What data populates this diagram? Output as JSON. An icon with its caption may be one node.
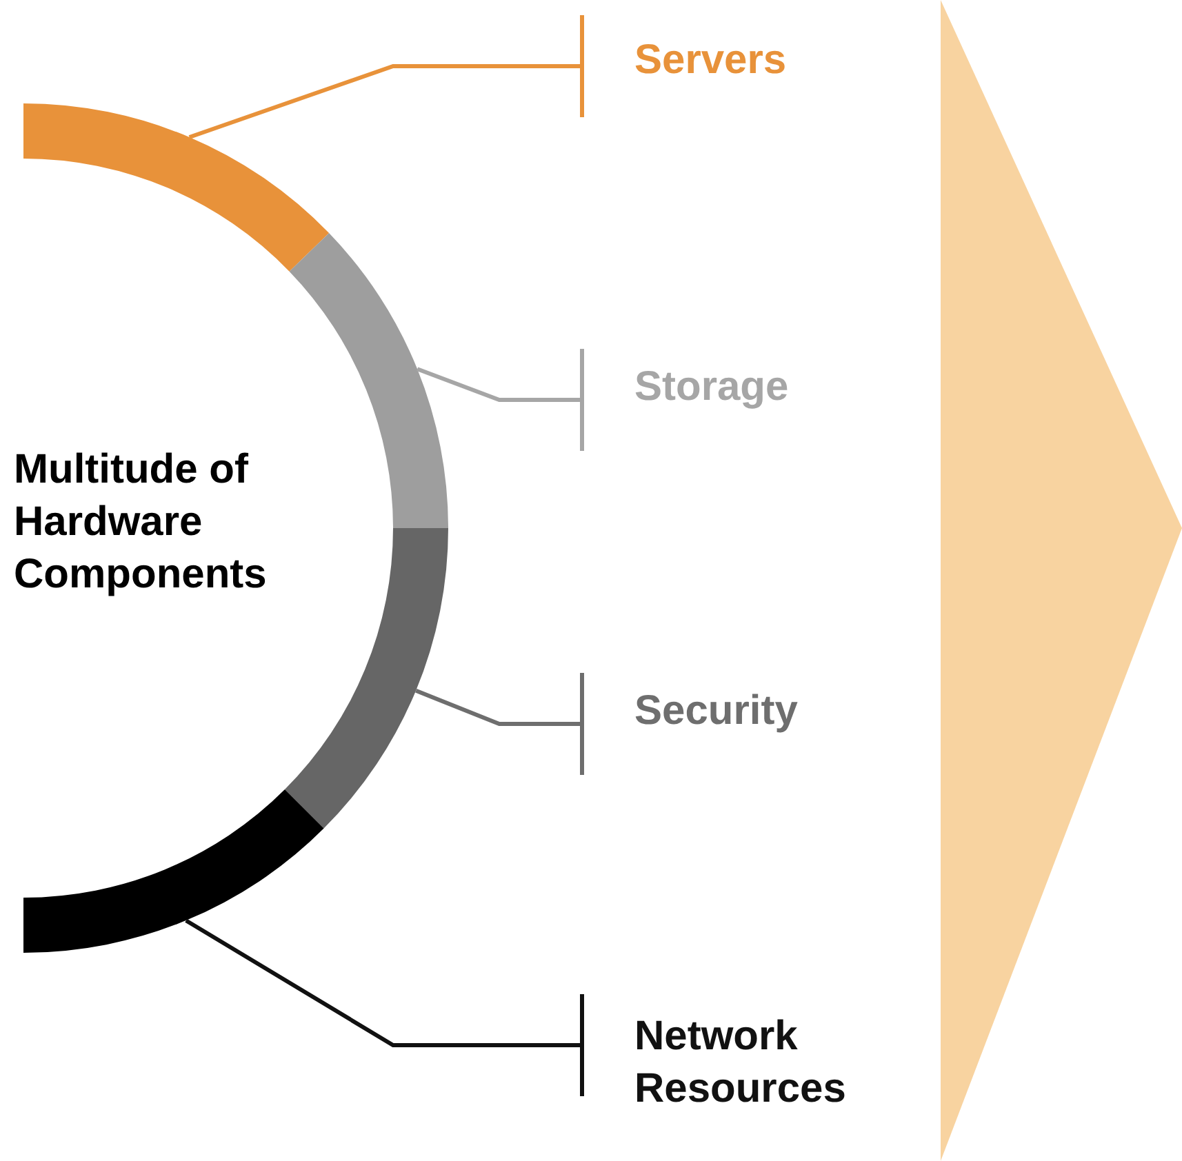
{
  "diagram": {
    "nodes": [
      {
        "text": [
          "Servers"
        ]
      },
      {
        "text": [
          "Storage"
        ]
      },
      {
        "text": [
          "Security"
        ]
      },
      {
        "text": [
          "Network Resources"
        ]
      },
      {
        "text": [],
        "shape": "arc"
      },
      {
        "text": [],
        "shape": "arc"
      },
      {
        "text": [],
        "shape": "arc"
      },
      {
        "text": [],
        "shape": "arc"
      },
      {
        "text": [],
        "shape": "chevron"
      }
    ],
    "edges": [
      {
        "from": 0,
        "to": 4,
        "arrow": "other",
        "color": "#e8923a"
      },
      {
        "from": 1,
        "to": 5,
        "arrow": "other",
        "color": "#a6a6a6"
      },
      {
        "from": 2,
        "to": 6,
        "arrow": "other",
        "color": "#6e6e6e"
      },
      {
        "from": 3,
        "to": 7,
        "arrow": "other",
        "color": "#111111"
      }
    ],
    "labels": [
      "Multitude of Hardware Components"
    ]
  }
}
